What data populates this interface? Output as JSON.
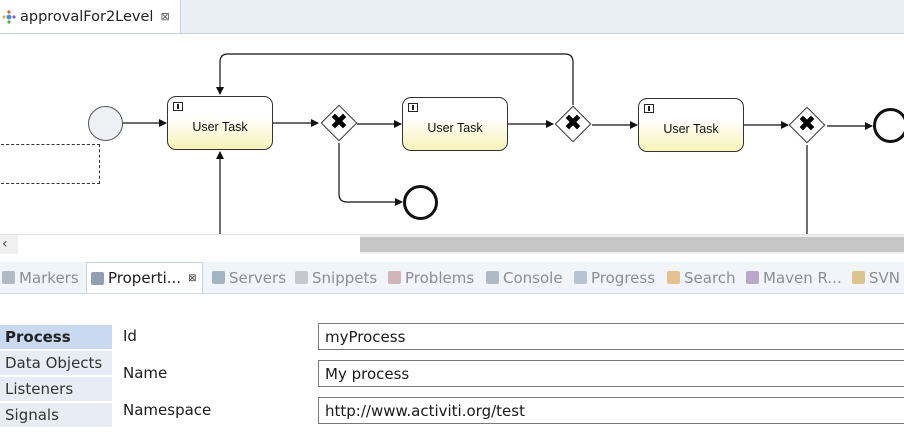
{
  "editor": {
    "tab_title": "approvalFor2Level",
    "tab_close": "⊠"
  },
  "diagram": {
    "tasks": [
      {
        "label": "User Task"
      },
      {
        "label": "User Task"
      },
      {
        "label": "User Task"
      }
    ],
    "gateway_symbol": "✖"
  },
  "scrollbar": {
    "left_arrow": "‹"
  },
  "views": {
    "tabs": [
      {
        "label": "Markers",
        "icon_color": "#9aa7b6"
      },
      {
        "label": "Properti...",
        "icon_color": "#6c7f99",
        "close": "⊠"
      },
      {
        "label": "Servers",
        "icon_color": "#8aa0b0"
      },
      {
        "label": "Snippets",
        "icon_color": "#b5b9bf"
      },
      {
        "label": "Problems",
        "icon_color": "#c7a0a0"
      },
      {
        "label": "Console",
        "icon_color": "#9aa7b6"
      },
      {
        "label": "Progress",
        "icon_color": "#9fb4c8"
      },
      {
        "label": "Search",
        "icon_color": "#e0b070"
      },
      {
        "label": "Maven R...",
        "icon_color": "#a88fb8"
      },
      {
        "label": "SVN",
        "icon_color": "#d6b36a"
      }
    ]
  },
  "properties": {
    "sidebar": [
      {
        "label": "Process"
      },
      {
        "label": "Data Objects"
      },
      {
        "label": "Listeners"
      },
      {
        "label": "Signals"
      }
    ],
    "fields": [
      {
        "label": "Id",
        "value": "myProcess"
      },
      {
        "label": "Name",
        "value": "My process"
      },
      {
        "label": "Namespace",
        "value": "http://www.activiti.org/test"
      }
    ]
  }
}
